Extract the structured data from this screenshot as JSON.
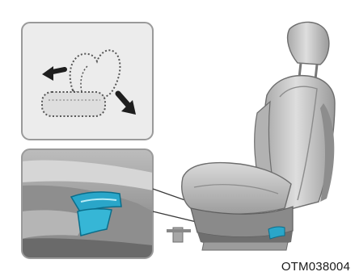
{
  "figure": {
    "code": "OTM038004",
    "description_panels": [
      "seat-cushion-adjust-inset",
      "lever-closeup-inset",
      "seat-illustration"
    ]
  },
  "colors": {
    "background": "#ffffff",
    "panel_fill": "#ececec",
    "panel_border": "#9a9a9a",
    "seat_dark": "#8a8a8a",
    "seat_mid": "#b9b9b9",
    "seat_light": "#dcdcdc",
    "highlight": "#2aa6c9",
    "arrow": "#1e1e1e"
  }
}
